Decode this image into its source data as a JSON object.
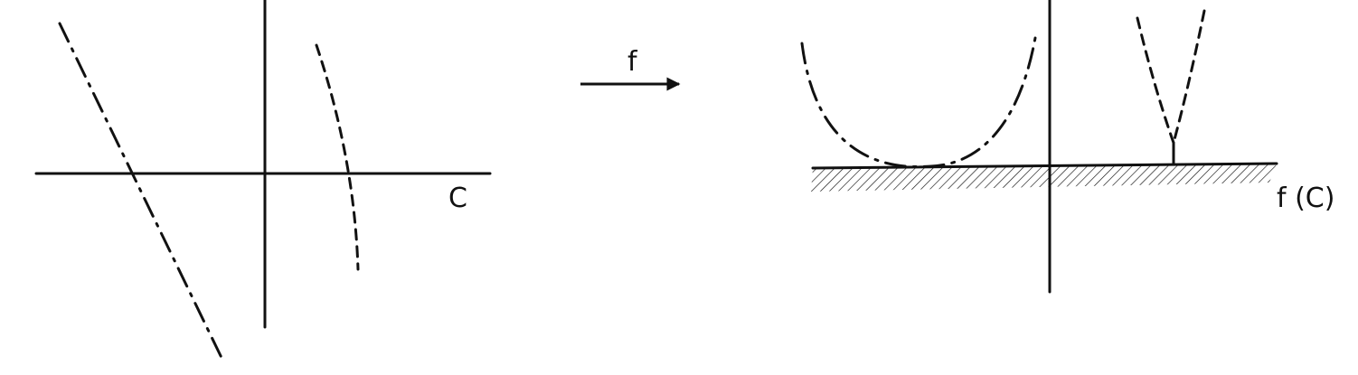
{
  "labels": {
    "domain_plane": "C",
    "map": "f",
    "image_plane": "f (C)"
  },
  "colors": {
    "ink": "#111111",
    "background": "#ffffff"
  }
}
